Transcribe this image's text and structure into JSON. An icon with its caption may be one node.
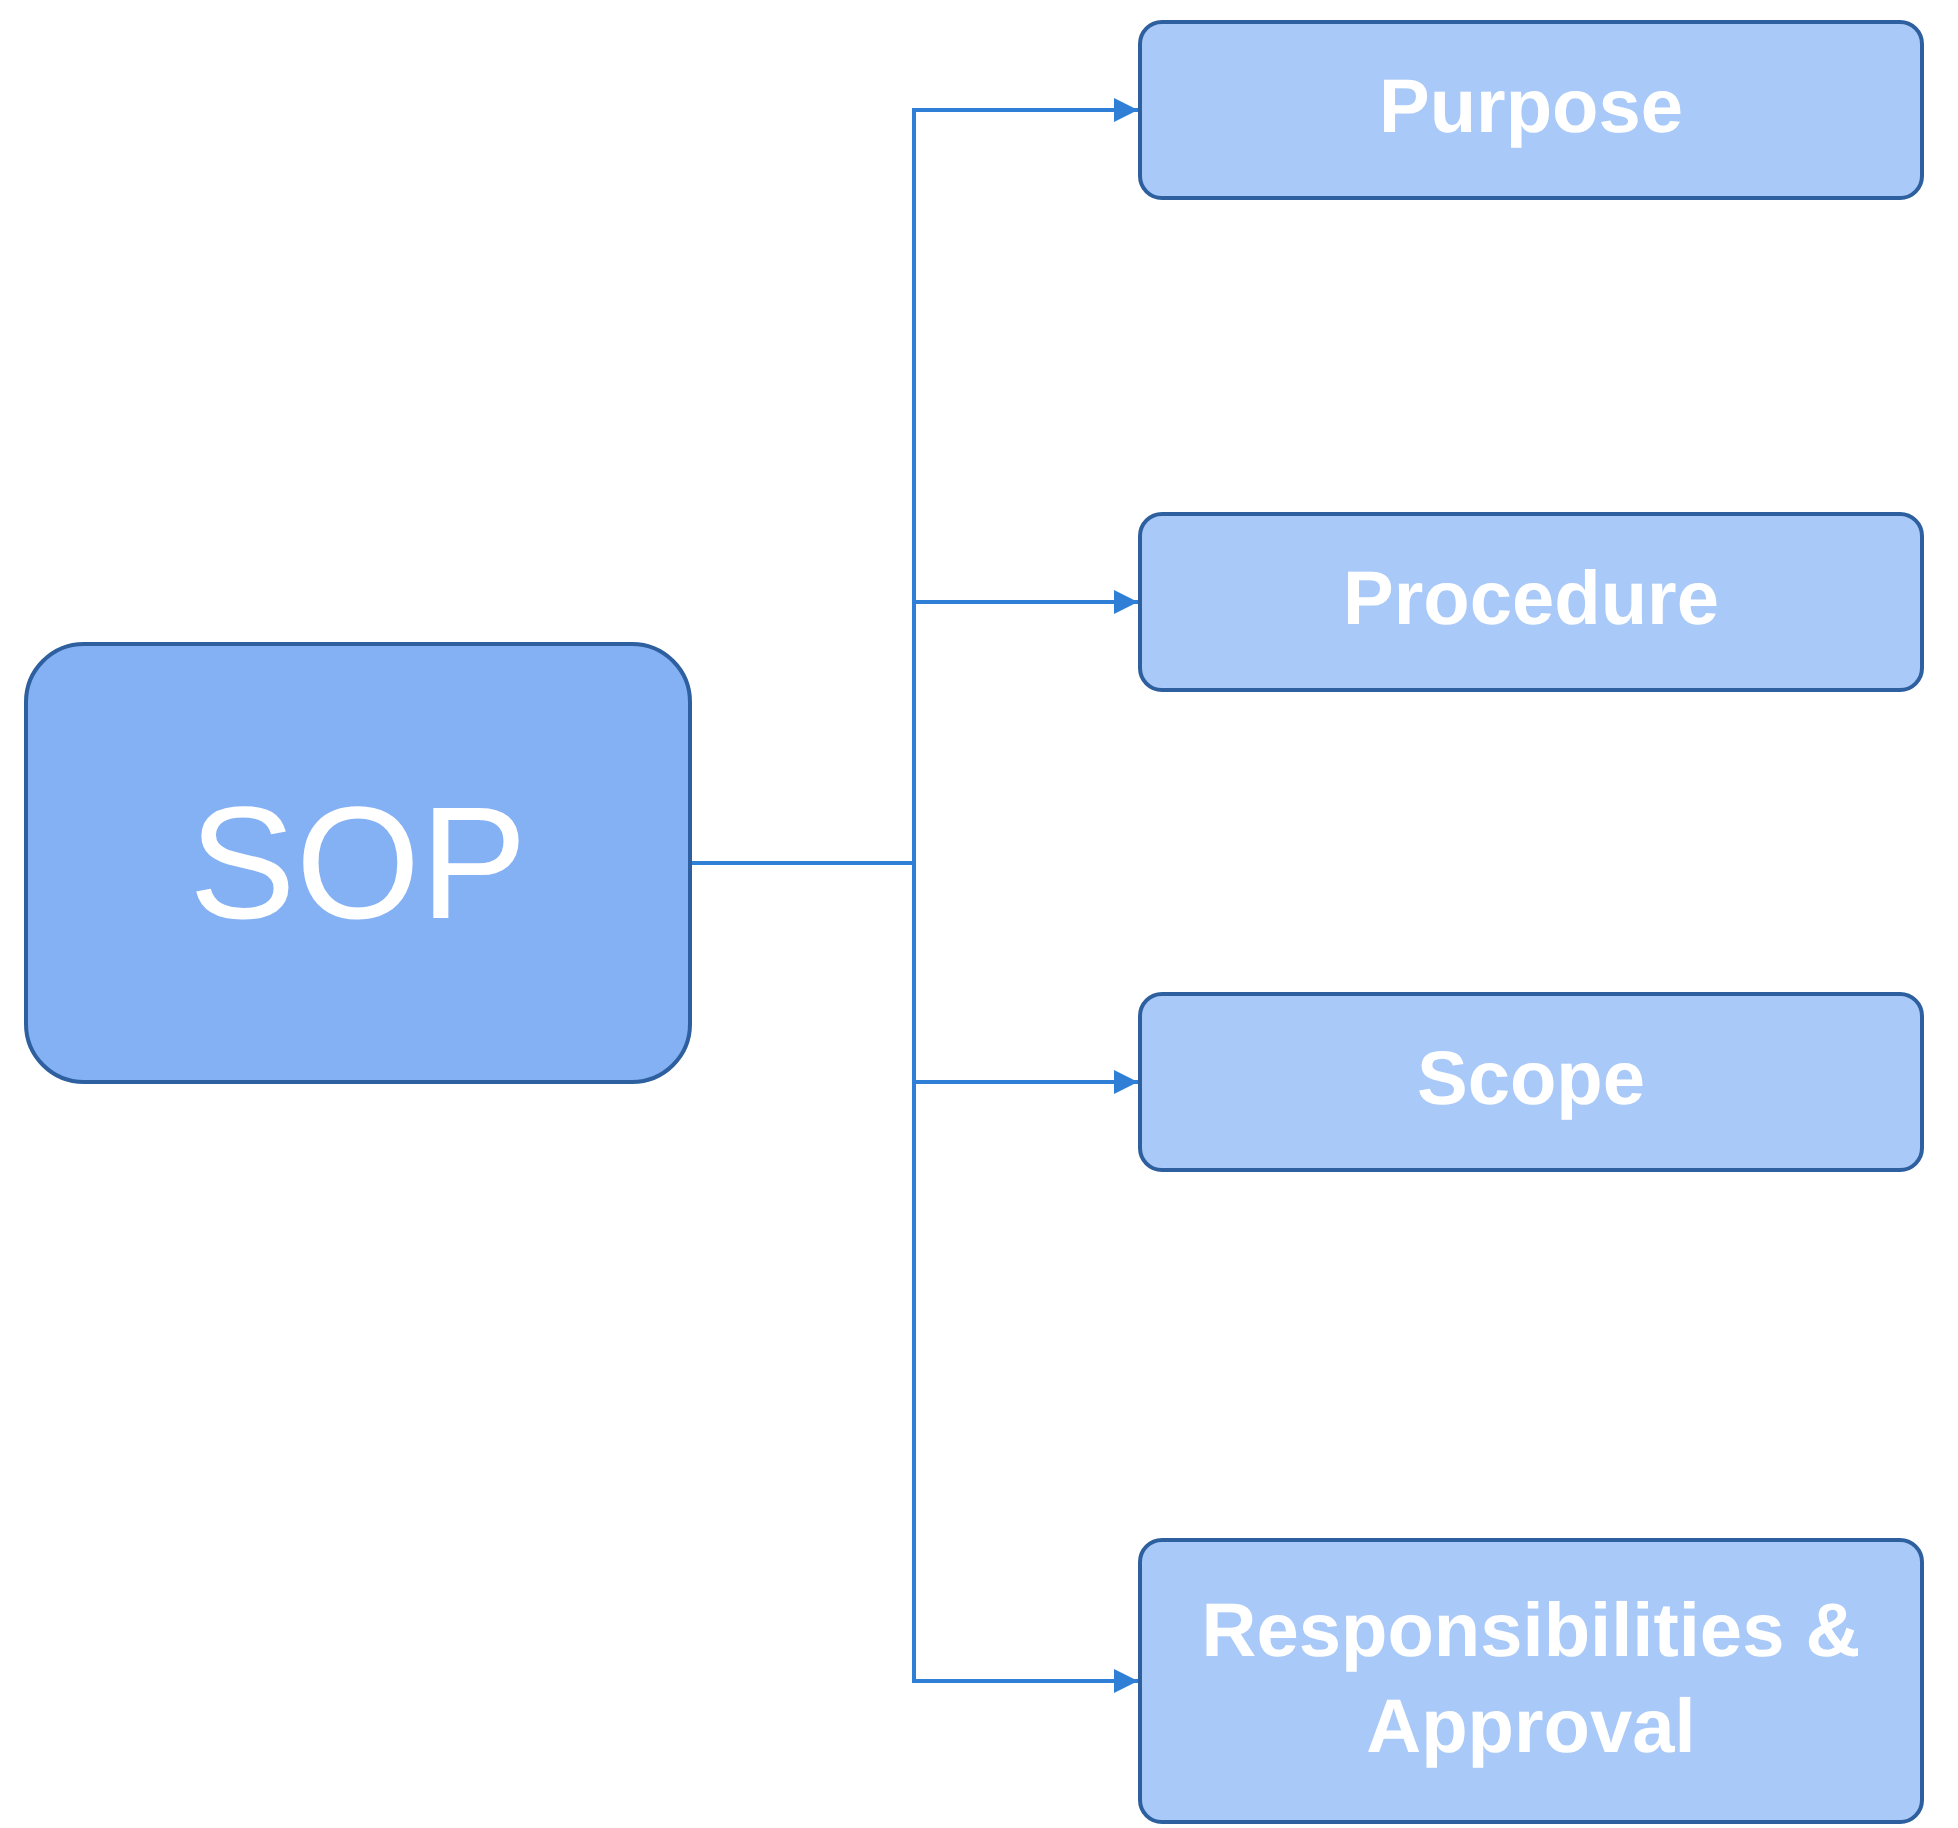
{
  "diagram": {
    "nodes": [
      {
        "text": [
          "SOP"
        ]
      },
      {
        "text": [
          "Purpose"
        ]
      },
      {
        "text": [
          "Procedure"
        ]
      },
      {
        "text": [
          "Scope"
        ]
      },
      {
        "text": [
          "Responsibilities & Approval"
        ]
      }
    ],
    "edges": [
      {
        "from": 0,
        "to": 1,
        "arrow": "to"
      },
      {
        "from": 0,
        "to": 2,
        "arrow": "to"
      },
      {
        "from": 0,
        "to": 3,
        "arrow": "to"
      },
      {
        "from": 0,
        "to": 4,
        "arrow": "to"
      }
    ]
  }
}
